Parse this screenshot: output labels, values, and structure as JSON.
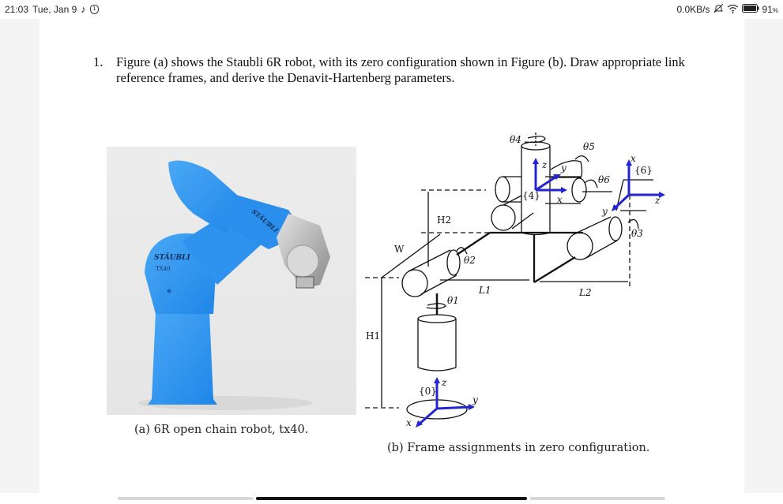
{
  "status_bar": {
    "time": "21:03",
    "date": "Tue, Jan 9",
    "app_icons": [
      "tiktok-icon",
      "notification-badge-icon"
    ],
    "network_speed": "0.0KB/s",
    "battery": "91",
    "battery_unit": "%"
  },
  "document": {
    "question": {
      "number": "1.",
      "text": "Figure (a) shows the Staubli 6R robot, with its zero configuration shown in Figure (b). Draw appropriate link reference frames, and derive the Denavit-Hartenberg parameters."
    },
    "figure_a": {
      "caption": "(a) 6R open chain robot, tx40.",
      "brand_label": "STÄUBLI",
      "model_label": "TX40",
      "arm_brand_label": "STÄUBLI"
    },
    "figure_b": {
      "caption": "(b) Frame assignments in zero configuration.",
      "joint_labels": [
        "θ1",
        "θ2",
        "θ3",
        "θ4",
        "θ5",
        "θ6"
      ],
      "dimension_labels": {
        "h1": "H1",
        "h2": "H2",
        "w": "W",
        "l1": "L1",
        "l2": "L2"
      },
      "frames": {
        "frame0": {
          "label": "{0}",
          "axes": [
            "x",
            "y",
            "z"
          ]
        },
        "frame4": {
          "label": "{4}",
          "axes": [
            "x",
            "y",
            "z"
          ]
        },
        "frame6": {
          "label": "{6}",
          "axes": [
            "x",
            "y",
            "z"
          ]
        }
      },
      "axis_color": "#2424d0"
    }
  },
  "nav_bar": {
    "segments": 3,
    "active_index": 1
  }
}
